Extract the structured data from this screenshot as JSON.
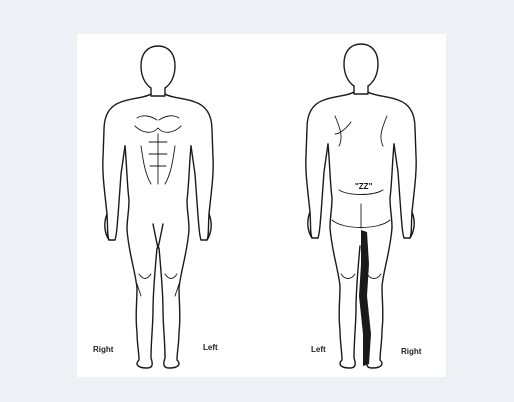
{
  "front_view": {
    "right_label": "Right",
    "left_label": "Left"
  },
  "back_view": {
    "left_label": "Left",
    "right_label": "Right",
    "mark_label": "\"ZZ\""
  }
}
